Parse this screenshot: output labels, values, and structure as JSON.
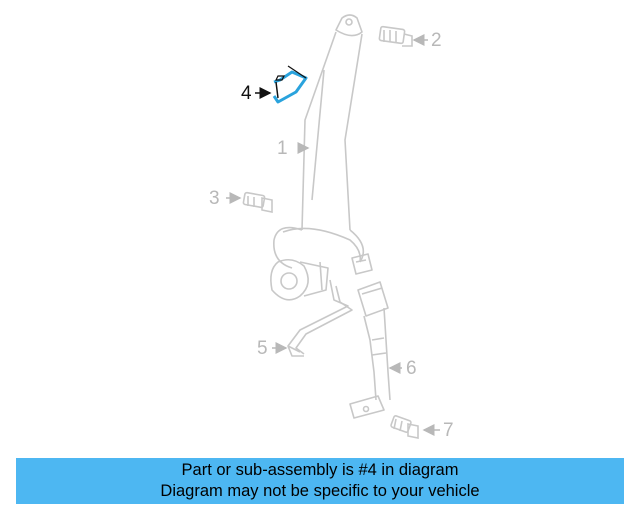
{
  "callouts": [
    {
      "id": "1",
      "label": "1"
    },
    {
      "id": "2",
      "label": "2"
    },
    {
      "id": "3",
      "label": "3"
    },
    {
      "id": "4",
      "label": "4"
    },
    {
      "id": "5",
      "label": "5"
    },
    {
      "id": "6",
      "label": "6"
    },
    {
      "id": "7",
      "label": "7"
    }
  ],
  "highlight_part": "4",
  "colors": {
    "line_art": "#c8c8c8",
    "highlight": "#2aa3dd",
    "banner": "#4db7f2"
  },
  "banner": {
    "line1": "Part or sub-assembly is #4 in diagram",
    "line2": "Diagram may not be specific to your vehicle"
  }
}
